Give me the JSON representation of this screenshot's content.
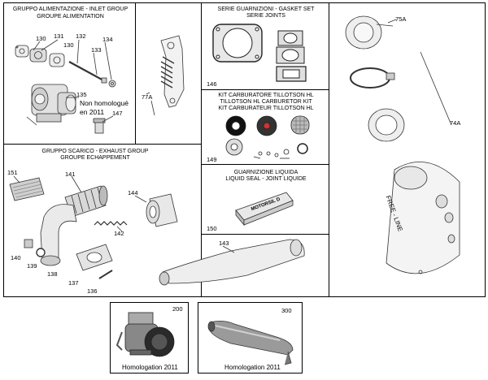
{
  "inlet_group": {
    "title_lines": [
      "GRUPPO ALIMENTAZIONE - INLET GROUP",
      "GROUPE ALIMENTATION"
    ],
    "parts": [
      "130",
      "131",
      "132",
      "130",
      "133",
      "134",
      "135",
      "147"
    ],
    "note_lines": [
      "Non homologué",
      "en 2011"
    ]
  },
  "bracket": {
    "part": "77A"
  },
  "gasket_set": {
    "title_lines": [
      "SERIE GUARNIZIONI - GASKET SET",
      "SERIE JOINTS"
    ],
    "part": "146"
  },
  "carb_kit": {
    "title_lines": [
      "KIT CARBURATORE TILLOTSON HL",
      "TILLOTSON HL CARBURETOR KIT",
      "KIT CARBURATEUR TILLOTSON HL"
    ],
    "part": "149"
  },
  "liquid_seal": {
    "title_lines": [
      "GUARNIZIONE LIQUIDA",
      "LIQUID SEAL - JOINT LIQUIDE"
    ],
    "part": "150",
    "product_label": "MOTORSIL D"
  },
  "muffler": {
    "parts": [
      "75A",
      "74A"
    ],
    "body_text": "FREE - LINE"
  },
  "exhaust_group": {
    "title_lines": [
      "GRUPPO SCARICO - EXHAUST GROUP",
      "GROUPE ECHAPPEMENT"
    ],
    "parts": [
      "151",
      "141",
      "144",
      "142",
      "140",
      "139",
      "138",
      "137",
      "136",
      "143"
    ]
  },
  "homologation": {
    "carburetor": {
      "part": "200",
      "label": "Homologation 2011"
    },
    "silencer": {
      "part": "300",
      "label": "Homologation 2011"
    }
  }
}
